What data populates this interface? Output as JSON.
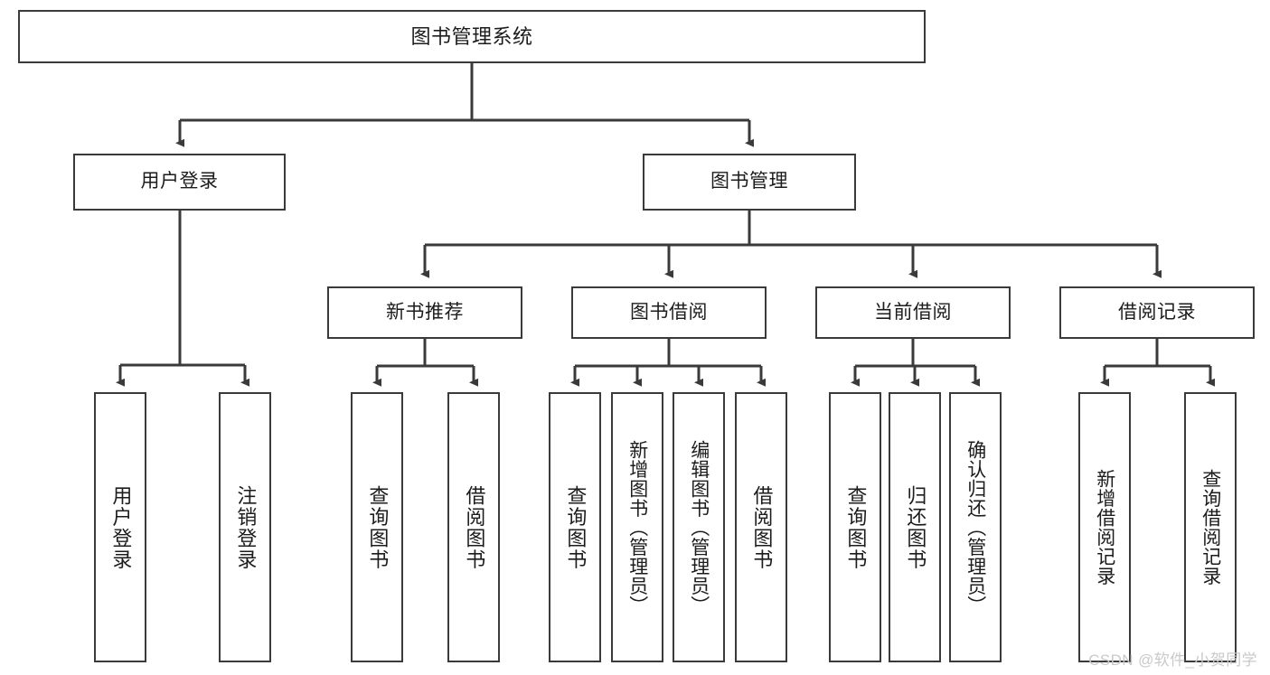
{
  "diagram": {
    "title": "图书管理系统",
    "type": "tree-hierarchy",
    "root": {
      "label": "图书管理系统"
    },
    "level2": [
      {
        "label": "用户登录"
      },
      {
        "label": "图书管理"
      }
    ],
    "level3": [
      {
        "label": "新书推荐"
      },
      {
        "label": "图书借阅"
      },
      {
        "label": "当前借阅"
      },
      {
        "label": "借阅记录"
      }
    ],
    "leaves": {
      "user_login": [
        {
          "label": "用户登录"
        },
        {
          "label": "注销登录"
        }
      ],
      "new_book_recommend": [
        {
          "label": "查询图书"
        },
        {
          "label": "借阅图书"
        }
      ],
      "book_borrow": [
        {
          "label": "查询图书"
        },
        {
          "label": "新增图书（管理员）"
        },
        {
          "label": "编辑图书（管理员）"
        },
        {
          "label": "借阅图书"
        }
      ],
      "current_borrow": [
        {
          "label": "查询图书"
        },
        {
          "label": "归还图书"
        },
        {
          "label": "确认归还（管理员）"
        }
      ],
      "borrow_record": [
        {
          "label": "新增借阅记录"
        },
        {
          "label": "查询借阅记录"
        }
      ]
    }
  },
  "watermark": {
    "text": "CSDN @软件_小贺同学"
  },
  "colors": {
    "box_border": "#3a3a3a",
    "box_fill": "#ffffff",
    "line": "#3a3a3a",
    "text": "#1c1c1c",
    "watermark": "#c9c9c9",
    "background": "#ffffff"
  }
}
